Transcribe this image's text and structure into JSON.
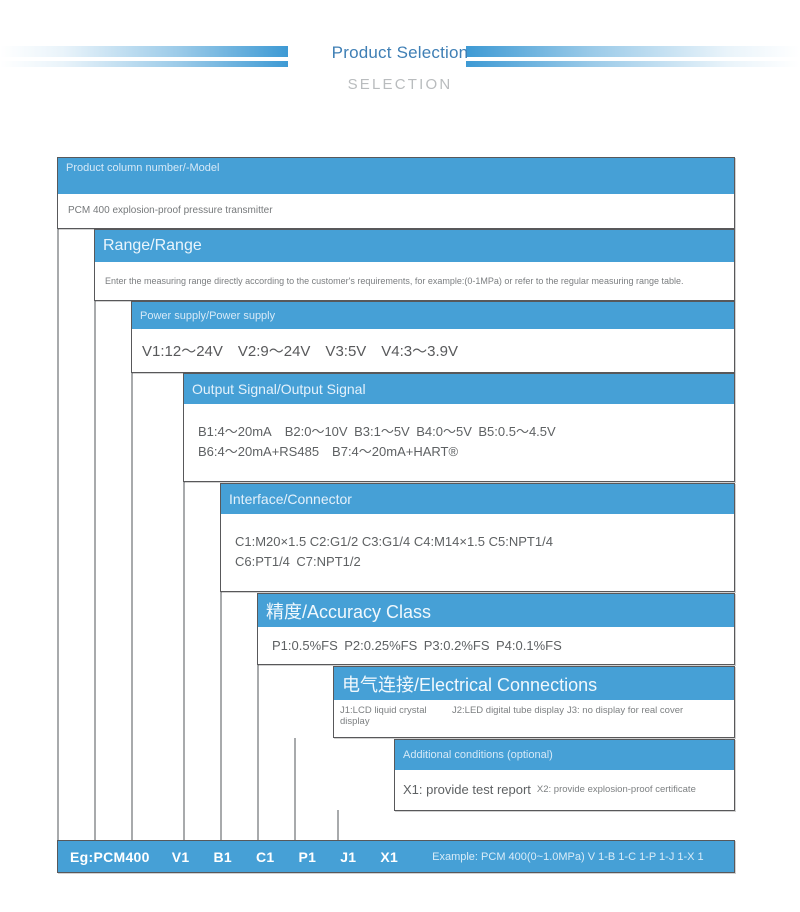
{
  "header": {
    "title": "Product Selection",
    "subtitle": "SELECTION"
  },
  "blocks": [
    {
      "key": "model",
      "head": "Product column number/-Model",
      "body": "PCM 400 explosion-proof pressure transmitter"
    },
    {
      "key": "range",
      "head": "Range/Range",
      "body": "Enter the measuring range directly according to the customer's requirements, for example:(0-1MPa) or refer to the regular measuring range table."
    },
    {
      "key": "power",
      "head": "Power supply/Power supply",
      "body": "V1:12～24V V2:9～24V V3:5V V4:3～3.9V"
    },
    {
      "key": "output",
      "head": "Output Signal/Output Signal",
      "body_line1": "B1:4～20mA B2:0～10V B3:1～5V B4:0～5V B5:0.5～4.5V",
      "body_line2": "B6:4～20mA+RS485 B7:4～20mA+HART®"
    },
    {
      "key": "interface",
      "head": "Interface/Connector",
      "body_line1": "C1:M20×1.5 C2:G1/2 C3:G1/4 C4:M14×1.5 C5:NPT1/4",
      "body_line2": "C6:PT1/4 C7:NPT1/2"
    },
    {
      "key": "accuracy",
      "head": "精度/Accuracy Class",
      "body": "P1:0.5%FS P2:0.25%FS P3:0.2%FS P4:0.1%FS"
    },
    {
      "key": "electrical",
      "head": "电气连接/Electrical Connections",
      "options": [
        "J1:LCD liquid crystal display",
        "J2:LED digital tube display",
        "J3: no display for real cover"
      ]
    },
    {
      "key": "additional",
      "head": "Additional conditions (optional)",
      "option_a": "X1: provide test report",
      "option_b": "X2: provide explosion-proof certificate"
    }
  ],
  "summary": {
    "codes": [
      "Eg:PCM400",
      "V1",
      "B1",
      "C1",
      "P1",
      "J1",
      "X1"
    ],
    "example": "Example: PCM 400(0~1.0MPa) V 1-B 1-C 1-P 1-J 1-X 1"
  },
  "colors": {
    "header_blue": "#46a0d6",
    "title_blue": "#3f7fb5",
    "subtitle_gray": "#b9bcbe",
    "border_gray": "#58585a",
    "body_text": "#6e7173"
  }
}
